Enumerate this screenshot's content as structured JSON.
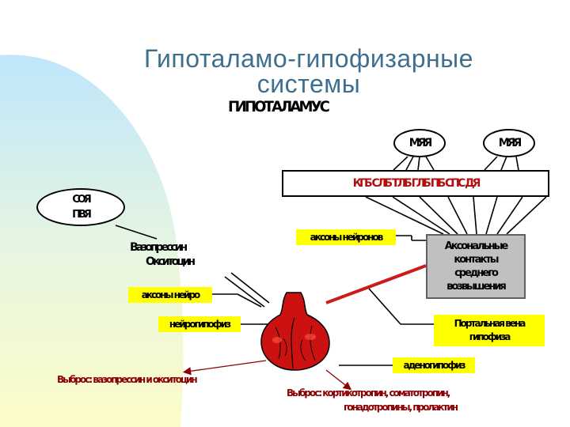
{
  "title": {
    "line1": "Гипоталамо-гипофизарные",
    "line2": "системы"
  },
  "diagram": {
    "hypothalamus_label": "ГИПОТАЛАМУС",
    "ellipses": {
      "left_top": "МЯЯ",
      "right_top": "МЯЯ",
      "so_pv_line1": "СОЯ",
      "so_pv_line2": "ПВЯ"
    },
    "nuclei_box": "КГБ СЛБ ТЛБ ГЛБ ПБ СПС ДЯ",
    "vasopressin_label_line1": "Вазопрессин",
    "vasopressin_label_line2": "Окситоцин",
    "yellow_axons_neurons": "аксоны нейронов",
    "yellow_axons_neuro": "аксоны нейро",
    "yellow_neurohypophysis": "нейрогипофиз",
    "yellow_adenohypophysis": "аденогипофиз",
    "yellow_portal_line1": "Портальная вена",
    "yellow_portal_line2": "гипофиза",
    "gray_box": {
      "line1": "Аксональные",
      "line2": "контакты",
      "line3": "среднего",
      "line4": "возвышения"
    },
    "release_left": "Выброс: вазопрессин и окситоцин",
    "release_right_line1": "Выброс: кортикотропин, соматотропин,",
    "release_right_line2": "гонадотропины, пролактин"
  },
  "colors": {
    "title": "#3f6f8f",
    "yellow": "#ffff00",
    "gland": "#cc1111",
    "arrow": "#cc1b1b",
    "release_text": "#8b0000"
  }
}
